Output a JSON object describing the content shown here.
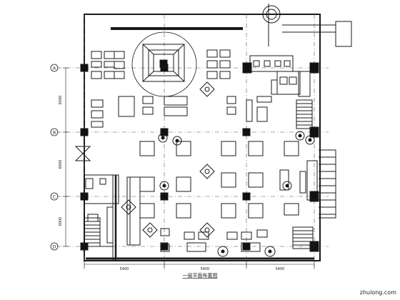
{
  "drawing": {
    "title": "一层平面布置图",
    "watermark": "zhulong.com",
    "grid_rows": [
      "A",
      "B",
      "C",
      "D"
    ],
    "dimension_labels_left": [
      "6000",
      "6000",
      "6000"
    ],
    "dimension_labels_bottom": [
      "5400",
      "5400",
      "5400"
    ],
    "colors": {
      "line": "#1a1a1a",
      "background": "#ffffff"
    }
  }
}
